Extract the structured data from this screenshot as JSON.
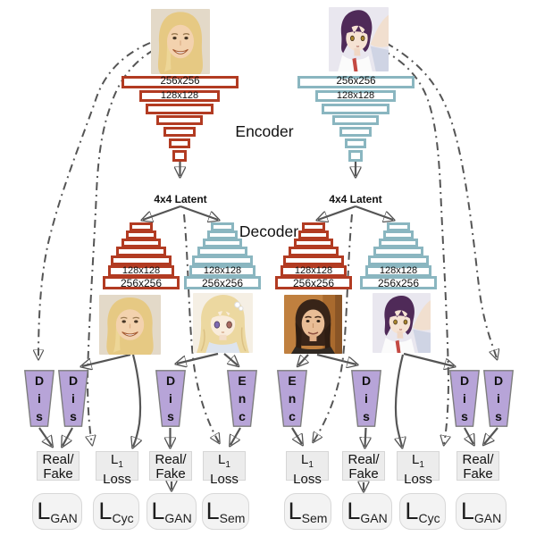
{
  "colors": {
    "red": "#b23b22",
    "cyan": "#8ab6c0",
    "purple": "#b7a4d8",
    "purple-border": "#7d7d7d",
    "arrow": "#555555",
    "midbox": "#ececec",
    "midbox-border": "#d6d6d6",
    "lossbox": "#f3f3f3",
    "lossbox-border": "#d8d8d8",
    "ink": "#111111"
  },
  "labels": {
    "encoder": "Encoder",
    "decoder": "Decoder",
    "latent": "4x4 Latent",
    "size_256": "256x256",
    "size_128": "128x128"
  },
  "images": {
    "input_left": "photo-blonde-woman",
    "input_right": "anime-girl-purple-hair",
    "output_1": "photo-blonde-woman-reconstruction",
    "output_2": "anime-girl-blonde-translation",
    "output_3": "photo-brunette-woman-translation",
    "output_4": "anime-girl-purple-hair-reconstruction"
  },
  "unit_row": [
    {
      "label": "Dis"
    },
    {
      "label": "Dis"
    },
    {
      "label": "Dis"
    },
    {
      "label": "Enc"
    },
    {
      "label": "Enc"
    },
    {
      "label": "Dis"
    },
    {
      "label": "Dis"
    },
    {
      "label": "Dis"
    }
  ],
  "mid_row": [
    {
      "kind": "real_fake",
      "line1": "Real/",
      "line2": "Fake"
    },
    {
      "kind": "l1_loss",
      "main": "L",
      "sub": "1",
      "word": "Loss"
    },
    {
      "kind": "real_fake",
      "line1": "Real/",
      "line2": "Fake"
    },
    {
      "kind": "l1_loss",
      "main": "L",
      "sub": "1",
      "word": "Loss"
    },
    {
      "kind": "l1_loss",
      "main": "L",
      "sub": "1",
      "word": "Loss"
    },
    {
      "kind": "real_fake",
      "line1": "Real/",
      "line2": "Fake"
    },
    {
      "kind": "l1_loss",
      "main": "L",
      "sub": "1",
      "word": "Loss"
    },
    {
      "kind": "real_fake",
      "line1": "Real/",
      "line2": "Fake"
    }
  ],
  "loss_row": [
    {
      "main": "L",
      "sub": "GAN"
    },
    {
      "main": "L",
      "sub": "Cyc"
    },
    {
      "main": "L",
      "sub": "GAN"
    },
    {
      "main": "L",
      "sub": "Sem"
    },
    {
      "main": "L",
      "sub": "Sem"
    },
    {
      "main": "L",
      "sub": "GAN"
    },
    {
      "main": "L",
      "sub": "Cyc"
    },
    {
      "main": "L",
      "sub": "GAN"
    }
  ]
}
